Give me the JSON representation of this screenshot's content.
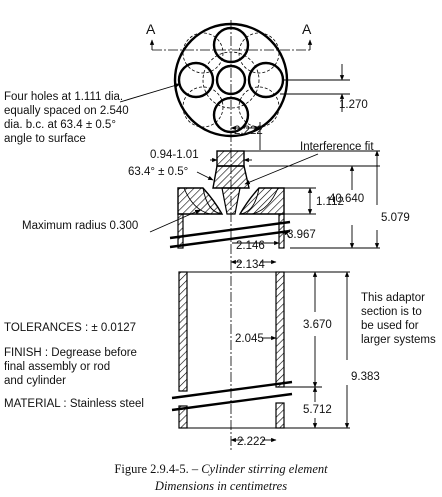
{
  "section_marks": {
    "left": "A",
    "right": "A"
  },
  "labels": {
    "holes_note": [
      "Four holes at 1.111 dia.",
      "equally spaced on 2.540",
      "dia. b.c. at 63.4 ± 0.5°",
      "angle to surface"
    ],
    "interference": "Interference fit",
    "max_radius": "Maximum radius 0.300",
    "adaptor_note": [
      "This adaptor",
      "section is to",
      "be used for",
      "larger systems"
    ],
    "tolerances": "TOLERANCES : ± 0.0127",
    "finish": [
      "FINISH : Degrease before",
      "final assembly or rod",
      "and cylinder"
    ],
    "material": "MATERIAL : Stainless steel"
  },
  "dimensions": {
    "d1270": "1.270",
    "d094": "0.94-1.01",
    "d2222_top": "2.222",
    "d634": "63.4° ± 0.5°",
    "d1112": "1.112",
    "d40640": "40.640",
    "d5079": "5.079",
    "d3967": "3.967",
    "d2146": "2.146",
    "d2134": "2.134",
    "d3670": "3.670",
    "d2045": "2.045",
    "d9383": "9.383",
    "d5712": "5.712",
    "d2222_bottom": "2.222"
  },
  "caption": {
    "prefix": "Figure 2.9.4-5. – ",
    "title": "Cylinder stirring element",
    "subtitle": "Dimensions in centimetres"
  }
}
